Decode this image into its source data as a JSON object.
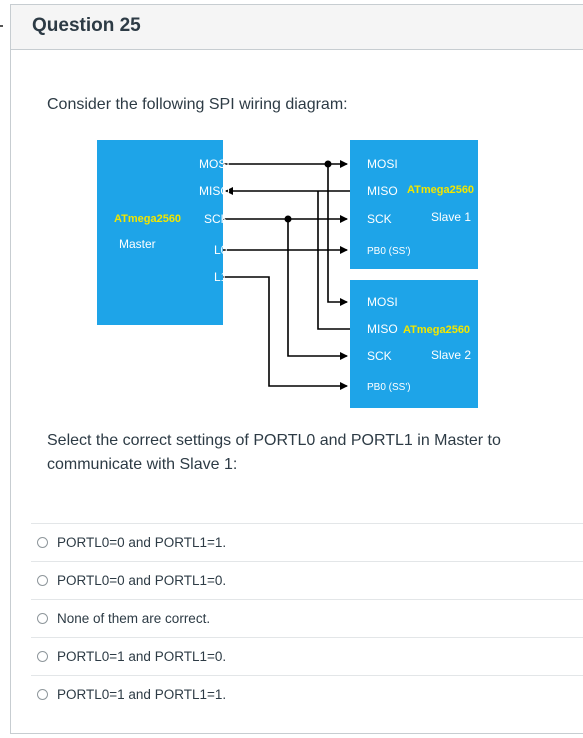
{
  "question": {
    "title": "Question 25",
    "prompt_1": "Consider the following SPI wiring diagram:",
    "prompt_2_line1": "Select the correct settings of PORTL0 and PORTL1 in Master to",
    "prompt_2_line2": "communicate with Slave 1:"
  },
  "diagram": {
    "master": {
      "chip": "ATmega2560",
      "role": "Master",
      "pins": [
        "MOSI",
        "MISO",
        "SCK",
        "L0",
        "L1"
      ]
    },
    "slave1": {
      "chip": "ATmega2560",
      "role": "Slave 1",
      "pins": [
        "MOSI",
        "MISO",
        "SCK",
        "PB0 (SS')"
      ]
    },
    "slave2": {
      "chip": "ATmega2560",
      "role": "Slave 2",
      "pins": [
        "MOSI",
        "MISO",
        "SCK",
        "PB0 (SS')"
      ]
    }
  },
  "answers": [
    "PORTL0=0 and PORTL1=1.",
    "PORTL0=0 and PORTL1=0.",
    "None of them are correct.",
    "PORTL0=1 and PORTL1=0.",
    "PORTL0=1 and PORTL1=1."
  ],
  "colors": {
    "chip_fill": "#1ea4e8",
    "chip_label": "#f2e600",
    "wire": "#000000"
  }
}
